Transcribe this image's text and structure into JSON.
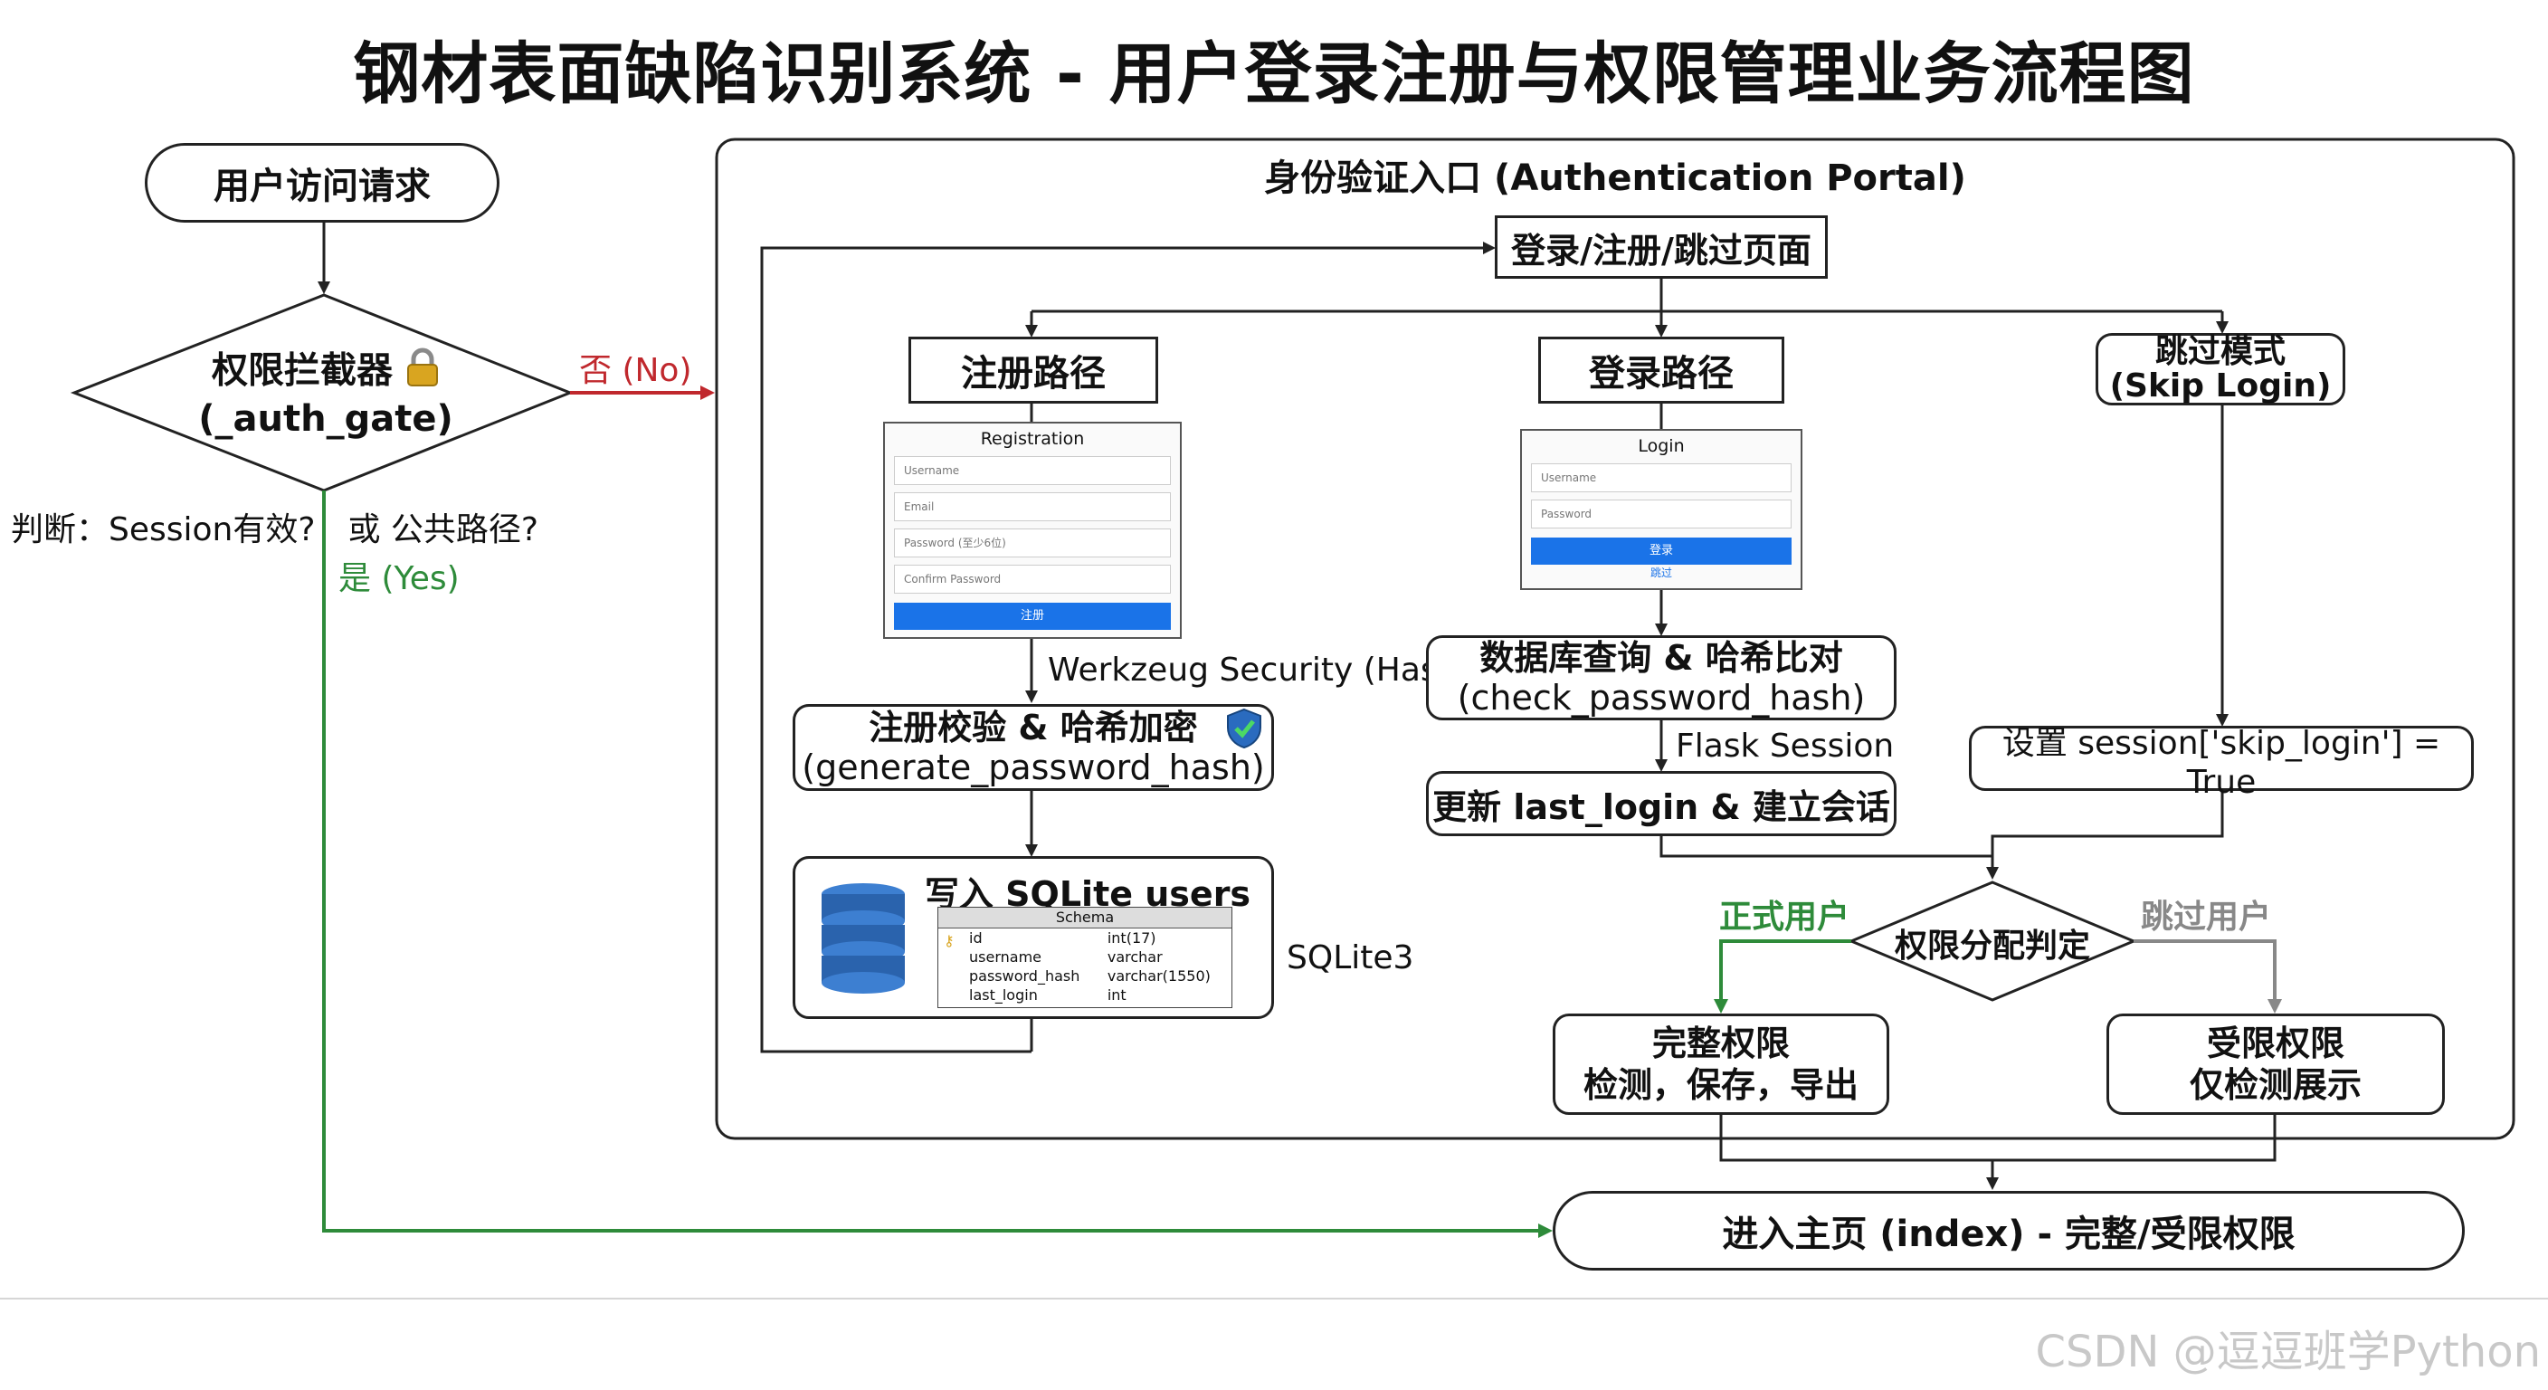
{
  "title": "钢材表面缺陷识别系统 - 用户登录注册与权限管理业务流程图",
  "nodes": {
    "user_request": "用户访问请求",
    "auth_gate_line1": "权限拦截器",
    "auth_gate_line2": "(_auth_gate)",
    "portal_title": "身份验证入口 (Authentication Portal)",
    "login_page": "登录/注册/跳过页面",
    "register_path": "注册路径",
    "login_path": "登录路径",
    "skip_line1": "跳过模式",
    "skip_line2": "(Skip Login)",
    "reg_hash_line1": "注册校验 & 哈希加密",
    "reg_hash_line2": "(generate_password_hash)",
    "db_write": "写入 SQLite users 表",
    "db_check_line1": "数据库查询 & 哈希比对",
    "db_check_line2": "(check_password_hash)",
    "update_session": "更新 last_login & 建立会话",
    "set_skip": "设置 session['skip_login'] = True",
    "assign": "权限分配判定",
    "full_line1": "完整权限",
    "full_line2": "检测，保存，导出",
    "limited_line1": "受限权限",
    "limited_line2": "仅检测展示",
    "index": "进入主页 (index) - 完整/受限权限"
  },
  "labels": {
    "no": "否 (No)",
    "yes": "是 (Yes)",
    "judge": "判断：Session有效?　或 公共路径?",
    "werkzeug": "Werkzeug Security (Hash)",
    "flask": "Flask Session",
    "sqlite3": "SQLite3",
    "formal_user": "正式用户",
    "skip_user": "跳过用户"
  },
  "registration_form": {
    "title": "Registration",
    "fields": [
      "Username",
      "Email",
      "Password (至少6位)",
      "Confirm Password"
    ],
    "button": "注册"
  },
  "login_form": {
    "title": "Login",
    "fields": [
      "Username",
      "Password"
    ],
    "button": "登录",
    "skip_link": "跳过"
  },
  "schema": {
    "header": "Schema",
    "rows": [
      {
        "name": "id",
        "type": "int(17)"
      },
      {
        "name": "username",
        "type": "varchar"
      },
      {
        "name": "password_hash",
        "type": "varchar(1550)"
      },
      {
        "name": "last_login",
        "type": "int"
      }
    ]
  },
  "watermark": "CSDN @逗逗班学Python",
  "colors": {
    "no_arrow": "#c0282d",
    "yes_arrow": "#2e8b3a",
    "skip_arrow": "#888888",
    "line": "#222222"
  },
  "icons": [
    "lock-icon",
    "shield-icon",
    "database-icon",
    "key-icon"
  ]
}
